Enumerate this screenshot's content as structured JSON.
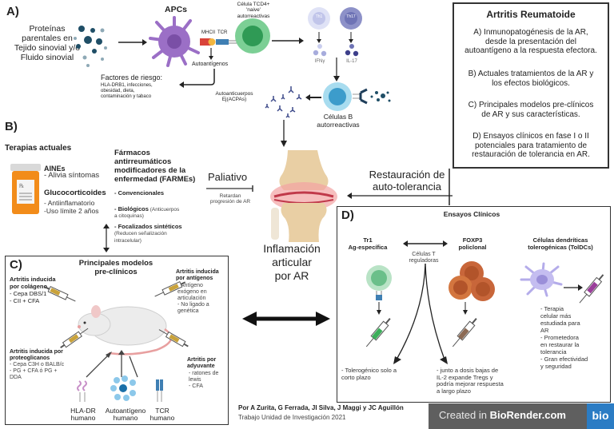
{
  "panelA": {
    "label": "A)",
    "source_text": "Proteínas\nparentales en\nTejido sinovial y/o\nFluido sinovial",
    "apcs": "APCs",
    "mhcii": "MHCII",
    "tcr": "TCR",
    "autoantigenos": "Autoantígenos",
    "cd4_cell": "Célula TCD4+\n'naive'\nautorreactivas",
    "th1": "Th1",
    "th17": "Th17",
    "ifny": "IFNγ",
    "il17": "IL-17",
    "risk_title": "Factores de riesgo:",
    "risk_text": "HLA-DRB1, infecciones,\nobesidad, dieta,\ncontaminación y tabaco",
    "autoantibodies": "Autoanticuerpos\nEj(ACPAs)",
    "b_cells": "Células B\nautorreactivas"
  },
  "summary": {
    "title": "Artritis Reumatoide",
    "items": [
      "A) Inmunopatogénesis de la AR,\ndesde la presentación del\nautoantígeno a la respuesta efectora.",
      "B) Actuales tratamientos de la AR y\nlos efectos biológicos.",
      "C) Principales modelos pre-clínicos\nde AR y sus características.",
      "D) Ensayos clínicos en fase I o II\npotenciales para tratamiento de\nrestauración de tolerancia en AR."
    ]
  },
  "panelB": {
    "label": "B)",
    "title": "Terapias actuales",
    "aines_title": "AINEs",
    "aines_text": "- Alivia síntomas",
    "gluco_title": "Glucocorticoides",
    "gluco_text": "- Antiinflamatorio\n-Uso límite 2 años",
    "farmes_title": "Fármacos\nantirreumáticos\nmodificadores de la\nenfermedad (FARMEs)",
    "farmes_items": [
      {
        "bold": "- Convencionales",
        "note": ""
      },
      {
        "bold": "- Biológicos",
        "note": " (Anticuerpos\na citoquinas)"
      },
      {
        "bold": "- Focalizados sintéticos",
        "note": "\n(Reducen señalización\nintracelular)"
      }
    ],
    "paliativo": "Paliativo",
    "paliativo_note": "Retardan\nprogresión de AR"
  },
  "center": {
    "joint_label": "Inflamación\narticular\npor AR",
    "restoration": "Restauración de\nauto-tolerancia"
  },
  "panelC": {
    "label": "C)",
    "title": "Principales modelos\npre-clínicos",
    "models": [
      {
        "title": "Artritis inducida\npor colágeno",
        "text": "- Cepa DBS/1\n- CII + CFA"
      },
      {
        "title": "Artritis inducida\npor antígenos",
        "text": "- Antígeno\nexógeno en\narticulación\n- No ligado a\ngenética"
      },
      {
        "title": "Artritis inducida por\nproteoglicanos",
        "text": "- Cepa C3H o BALB/c\n- PG + CFA ó PG +\nDDA"
      },
      {
        "title": "Artritis por\nadyuvante",
        "text": "- ratones de\nlewis\n- CFA"
      }
    ],
    "humanized": [
      "HLA-DR\nhumano",
      "Autoantígeno\nhumano",
      "TCR\nhumano"
    ]
  },
  "panelD": {
    "label": "D)",
    "title": "Ensayos Clínicos",
    "tr1": "Tr1\nAg-específica",
    "treg_label": "Células T\nreguladoras",
    "foxp3": "FOXP3\npoliclonal",
    "toldc": "Células dendríticas\ntolerogénicas (TolDCs)",
    "tr1_note": "- Tolerogénico solo a\ncorto plazo",
    "foxp3_note": "- junto a dosis bajas de\nIL-2 expande Tregs y\npodría mejorar respuesta\na largo plazo",
    "toldc_notes": "- Terapia\ncelular más\nestudiada para\nAR\n- Prometedora\nen restaurar la\ntolerancia\n- Gran efectividad\ny seguridad"
  },
  "credits": {
    "authors": "Por A Zurita, G Ferrada, JI Silva, J Maggi y JC Aguillón",
    "work": "Trabajo Unidad de Investigación 2021",
    "badge_prefix": "Created in ",
    "badge_brand": "BioRender.com",
    "badge_logo": "bio"
  },
  "colors": {
    "apc": "#9b6fc6",
    "cd4": "#5cbf7a",
    "th1": "#c9cdee",
    "th17": "#6e73b5",
    "bcell": "#4cb1d6",
    "foxp3": "#c8663a",
    "tr1": "#7fc79a",
    "toldc": "#b4acea",
    "pill": "#f28c1a",
    "badge_bg": "#5f5f5f",
    "badge_logo_bg": "#2b7cc4"
  }
}
